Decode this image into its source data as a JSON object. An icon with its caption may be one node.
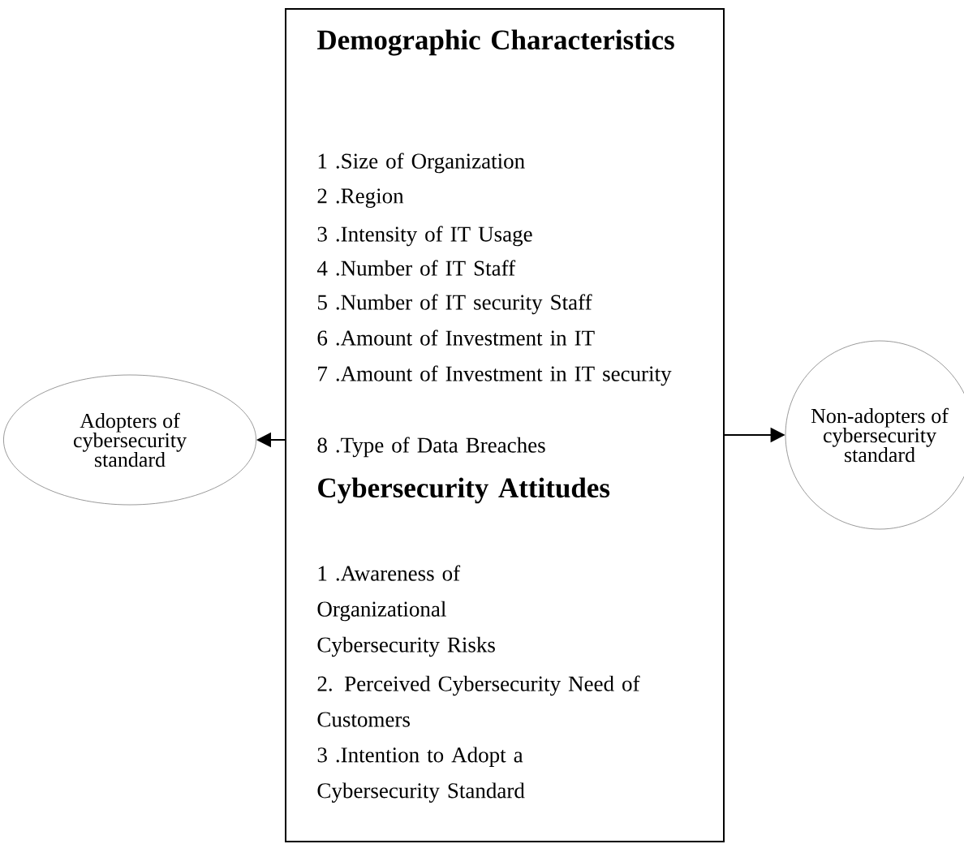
{
  "diagram": {
    "nodes": [
      {
        "text": [
          "Adopters of cybersecurity standard"
        ]
      },
      {
        "text": [
          "Demographic Characteristics",
          "1 .Size of Organization",
          "2 .Region",
          "3 .Intensity of IT Usage",
          "4 .Number of IT Staff",
          "5 .Number of IT security Staff",
          "6 .Amount of Investment in IT",
          "7 .Amount of Investment in IT security",
          "8 .Type of Data Breaches",
          "Cybersecurity Attitudes",
          "1 .Awareness of Organizational Cybersecurity Risks",
          "2. Perceived Cybersecurity Need of Customers",
          "3 .Intention to Adopt a Cybersecurity Standard"
        ]
      },
      {
        "text": [
          "Non-adopters of cybersecurity standard"
        ]
      }
    ],
    "edges": [
      {
        "from": 1,
        "to": 0,
        "arrow": "to"
      },
      {
        "from": 1,
        "to": 2,
        "arrow": "to"
      }
    ]
  }
}
